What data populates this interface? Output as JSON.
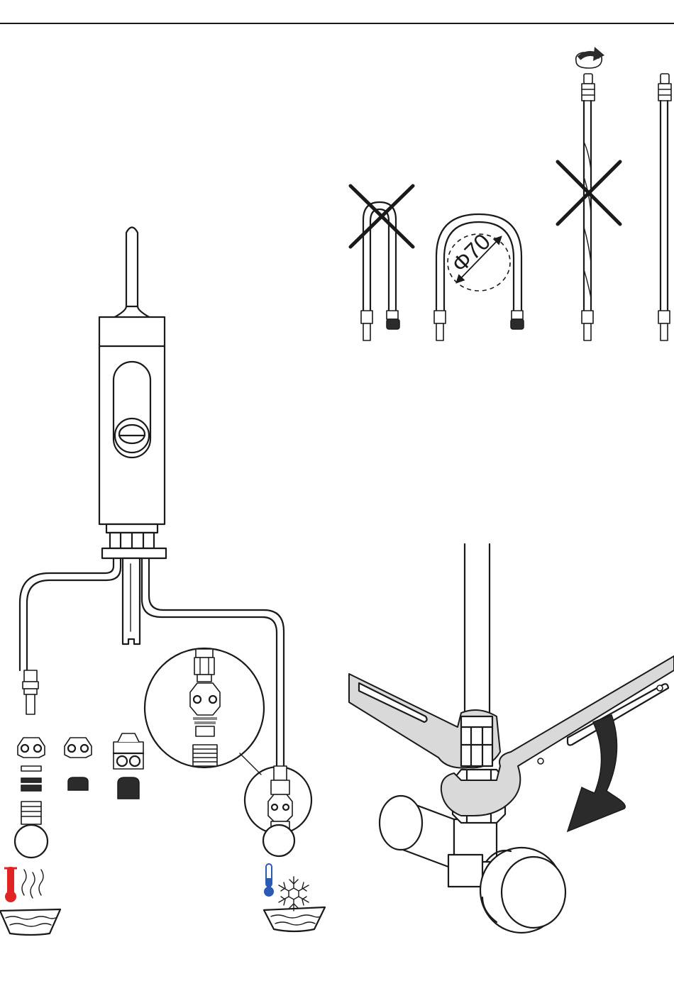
{
  "diagram": {
    "bend_radius_label": "Φ70",
    "colors": {
      "line": "#1a1a1a",
      "hot": "#e02424",
      "cold": "#2b59b6",
      "arrow": "#2b2b2b",
      "wrench": "#d9d9d9"
    },
    "icons": [
      "faucet-body",
      "hot-supply-hose",
      "cold-supply-hose",
      "connector-detail-magnifier",
      "hot-thermometer-icon",
      "cold-thermometer-icon",
      "snowflake-icon",
      "steam-icon",
      "wrong-bend-cross-icon",
      "wrong-twist-cross-icon",
      "rotation-arrow-icon",
      "wrench-pair",
      "angle-valve"
    ]
  }
}
